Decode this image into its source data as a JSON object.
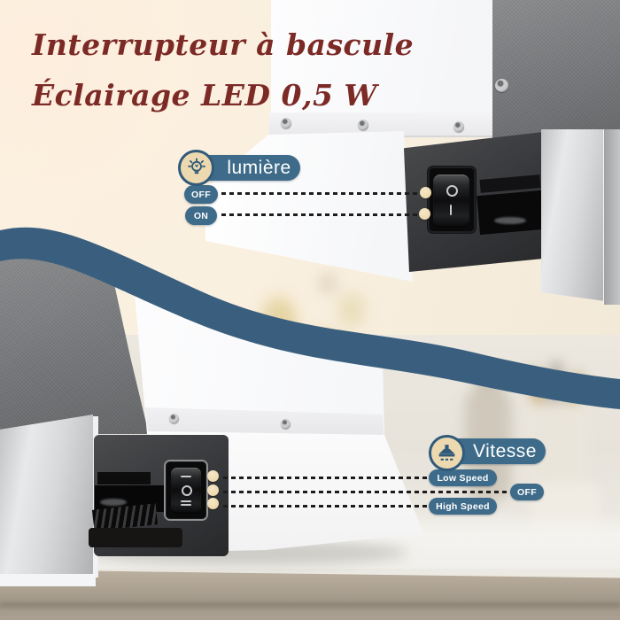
{
  "title": {
    "line1": "Interrupteur à bascule",
    "line2": "Éclairage LED 0,5 W"
  },
  "light_control": {
    "badge_label": "lumière",
    "icon": "lightbulb-icon",
    "rows": [
      {
        "label": "OFF"
      },
      {
        "label": "ON"
      }
    ],
    "switch_markings": [
      "O",
      "I"
    ]
  },
  "speed_control": {
    "badge_label": "Vitesse",
    "icon": "range-hood-icon",
    "rows": [
      {
        "label": "Low Speed"
      },
      {
        "label": "OFF"
      },
      {
        "label": "High Speed"
      }
    ],
    "switch_markings": [
      "I",
      "O",
      "II"
    ]
  },
  "colors": {
    "accent_blue": "#3e6b89",
    "wave_blue": "#3a5f7e",
    "title_maroon": "#7c2a26",
    "icon_bg": "#ecd9b0",
    "marker_dot": "#eed9ae"
  }
}
